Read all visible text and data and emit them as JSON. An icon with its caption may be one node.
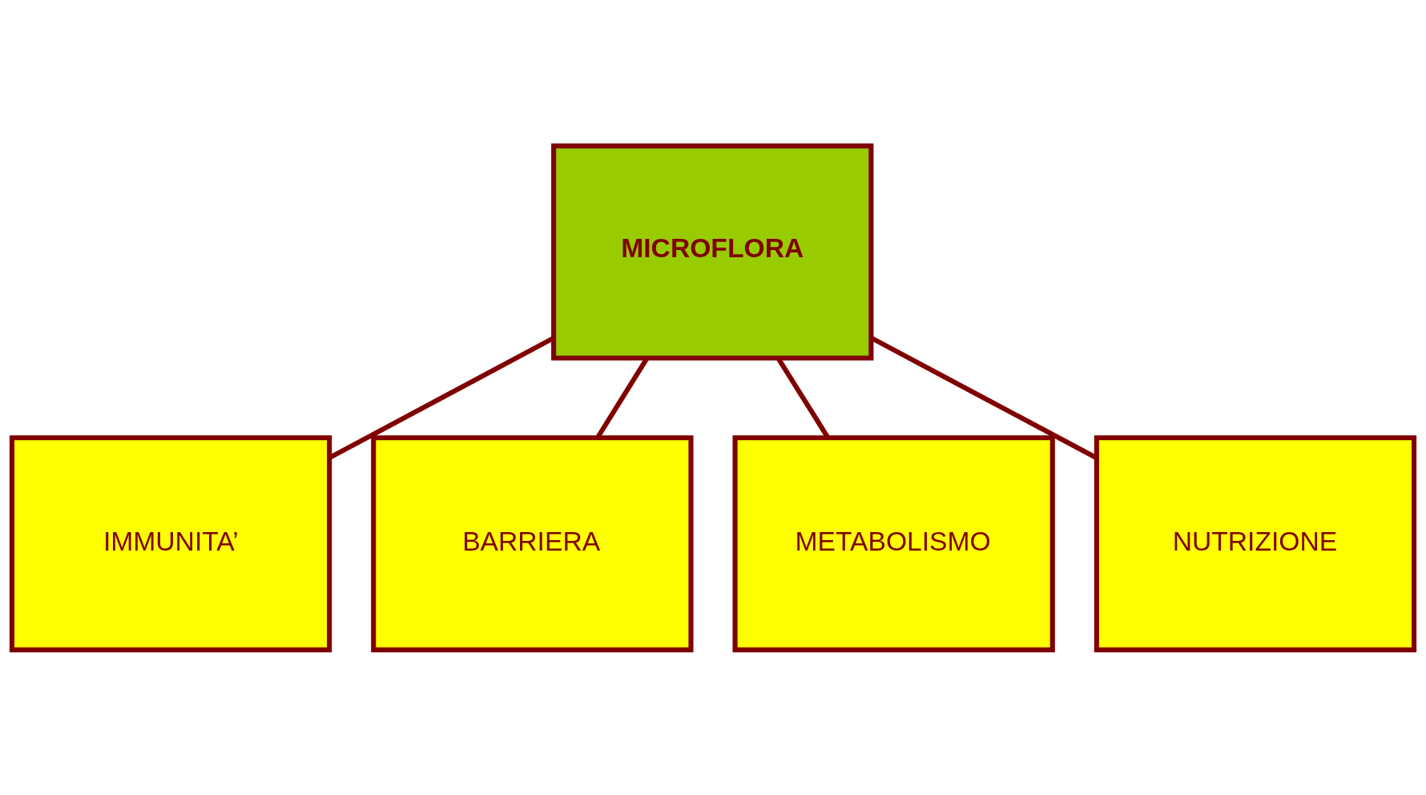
{
  "diagram": {
    "nodes": [
      {
        "text": [
          "MICROFLORA"
        ]
      },
      {
        "text": [
          "IMMUNITA’"
        ]
      },
      {
        "text": [
          "NUTRIZIONE"
        ]
      },
      {
        "text": [
          "BARRIERA"
        ]
      },
      {
        "text": [
          "METABOLISMO"
        ]
      }
    ],
    "edges": [
      {
        "from": 0,
        "to": 1,
        "arrow": "none"
      },
      {
        "from": 0,
        "to": 2,
        "arrow": "none"
      },
      {
        "from": 0,
        "to": 3,
        "arrow": "none"
      },
      {
        "from": 0,
        "to": 4,
        "arrow": "none"
      }
    ]
  }
}
